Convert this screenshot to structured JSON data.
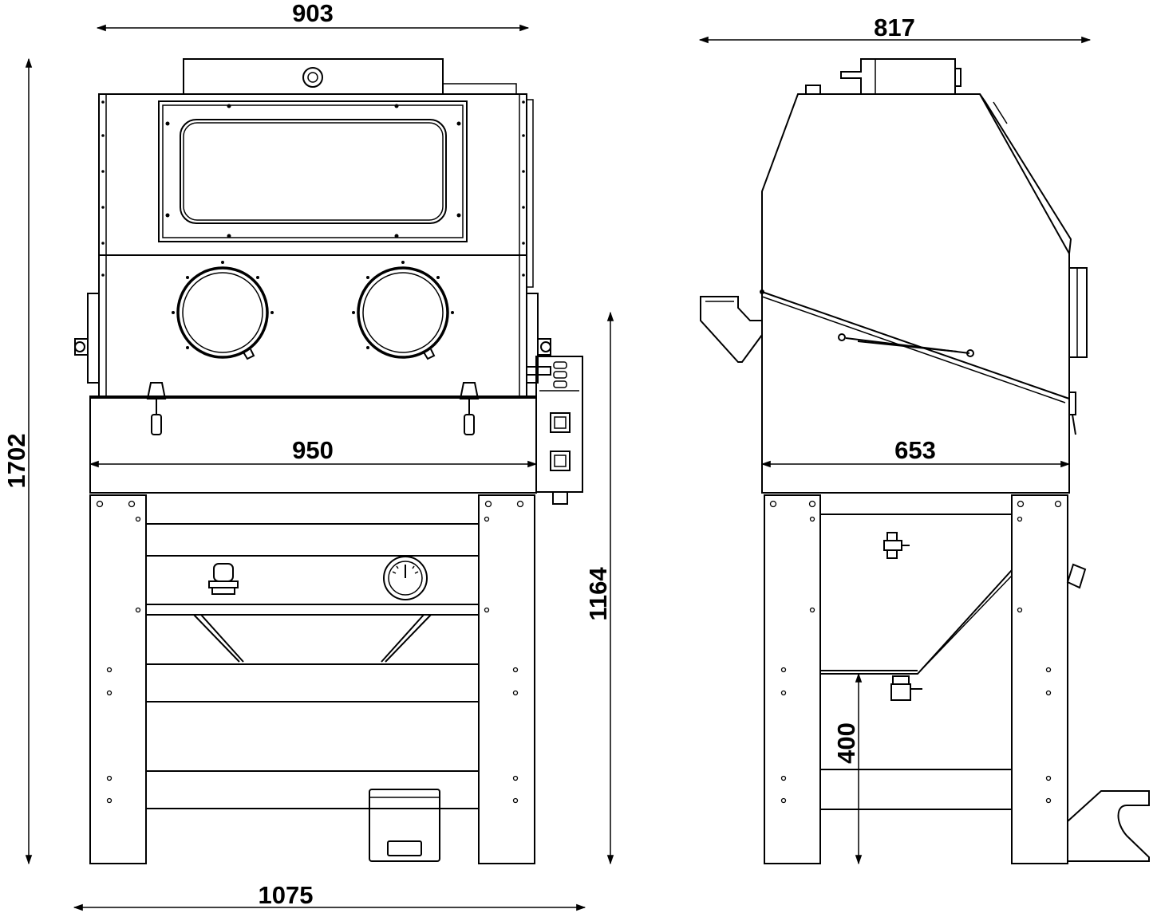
{
  "dimensions": {
    "front_top_width": "903",
    "front_overall_height": "1702",
    "front_cabinet_width": "950",
    "front_base_width": "1075",
    "front_stand_height": "1164",
    "side_top_depth": "817",
    "side_cabinet_depth": "653",
    "side_hopper_height": "400"
  },
  "colors": {
    "line": "#000000",
    "background": "#ffffff"
  }
}
